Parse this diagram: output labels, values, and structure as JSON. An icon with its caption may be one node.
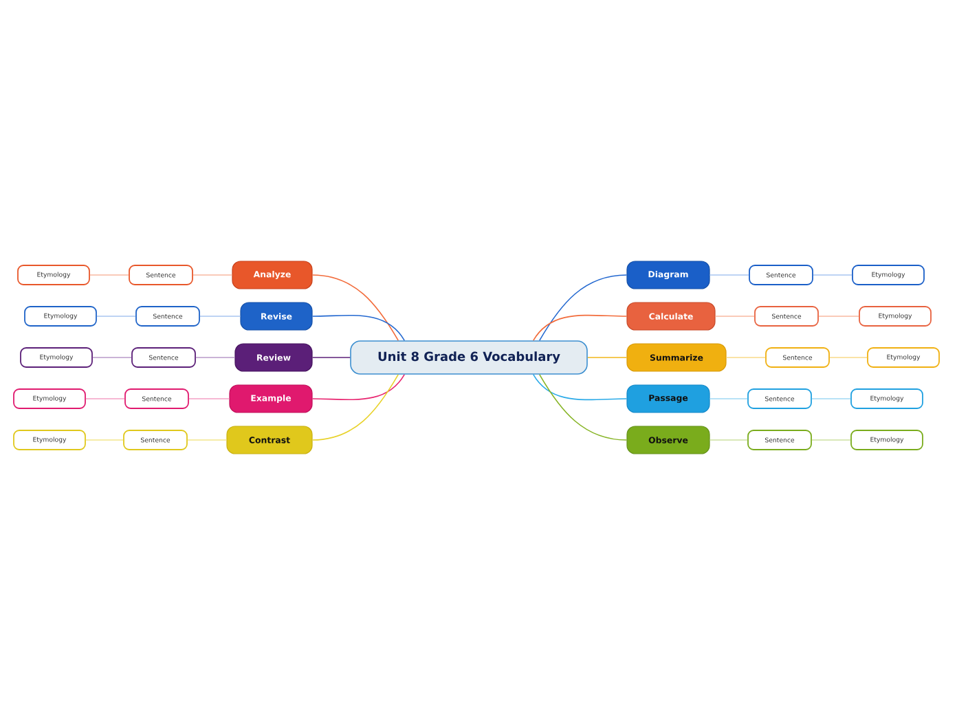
{
  "diagram": {
    "nodes": [
      {
        "text": [
          "Unit 8 Grade 6 Vocabulary"
        ]
      },
      {
        "text": [
          "Analyze"
        ]
      },
      {
        "text": [
          "Sentence"
        ]
      },
      {
        "text": [
          "Etymology"
        ]
      },
      {
        "text": [
          "Revise"
        ]
      },
      {
        "text": [
          "Sentence"
        ]
      },
      {
        "text": [
          "Etymology"
        ]
      },
      {
        "text": [
          "Review"
        ]
      },
      {
        "text": [
          "Sentence"
        ]
      },
      {
        "text": [
          "Etymology"
        ]
      },
      {
        "text": [
          "Example"
        ]
      },
      {
        "text": [
          "Sentence"
        ]
      },
      {
        "text": [
          "Etymology"
        ]
      },
      {
        "text": [
          "Contrast"
        ]
      },
      {
        "text": [
          "Sentence"
        ]
      },
      {
        "text": [
          "Etymology"
        ]
      },
      {
        "text": [
          "Diagram"
        ]
      },
      {
        "text": [
          "Sentence"
        ]
      },
      {
        "text": [
          "Etymology"
        ]
      },
      {
        "text": [
          "Calculate"
        ]
      },
      {
        "text": [
          "Sentence"
        ]
      },
      {
        "text": [
          "Etymology"
        ]
      },
      {
        "text": [
          "Summarize"
        ]
      },
      {
        "text": [
          "Sentence"
        ]
      },
      {
        "text": [
          "Etymology"
        ]
      },
      {
        "text": [
          "Passage"
        ]
      },
      {
        "text": [
          "Sentence"
        ]
      },
      {
        "text": [
          "Etymology"
        ]
      },
      {
        "text": [
          "Observe"
        ]
      },
      {
        "text": [
          "Sentence"
        ]
      },
      {
        "text": [
          "Etymology"
        ]
      }
    ],
    "edges": [
      {
        "from": 0,
        "to": 1,
        "arrow": "none",
        "color": "#f26b3a"
      },
      {
        "from": 1,
        "to": 2,
        "arrow": "none",
        "color": "#f9b9a0"
      },
      {
        "from": 2,
        "to": 3,
        "arrow": "none",
        "color": "#f9b9a0"
      },
      {
        "from": 0,
        "to": 4,
        "arrow": "none",
        "color": "#2368d0"
      },
      {
        "from": 4,
        "to": 5,
        "arrow": "none",
        "color": "#a8c4f0"
      },
      {
        "from": 5,
        "to": 6,
        "arrow": "none",
        "color": "#a8c4f0"
      },
      {
        "from": 0,
        "to": 7,
        "arrow": "none",
        "color": "#5b1f78"
      },
      {
        "from": 7,
        "to": 8,
        "arrow": "none",
        "color": "#b89ac8"
      },
      {
        "from": 8,
        "to": 9,
        "arrow": "none",
        "color": "#b89ac8"
      },
      {
        "from": 0,
        "to": 10,
        "arrow": "none",
        "color": "#e8246f"
      },
      {
        "from": 10,
        "to": 11,
        "arrow": "none",
        "color": "#f5a0c4"
      },
      {
        "from": 11,
        "to": 12,
        "arrow": "none",
        "color": "#f5a0c4"
      },
      {
        "from": 0,
        "to": 13,
        "arrow": "none",
        "color": "#e8d22a"
      },
      {
        "from": 13,
        "to": 14,
        "arrow": "none",
        "color": "#f2e68a"
      },
      {
        "from": 14,
        "to": 15,
        "arrow": "none",
        "color": "#f2e68a"
      },
      {
        "from": 0,
        "to": 16,
        "arrow": "none",
        "color": "#2368d0"
      },
      {
        "from": 16,
        "to": 17,
        "arrow": "none",
        "color": "#a8c4f0"
      },
      {
        "from": 17,
        "to": 18,
        "arrow": "none",
        "color": "#a8c4f0"
      },
      {
        "from": 0,
        "to": 19,
        "arrow": "none",
        "color": "#f26b3a"
      },
      {
        "from": 19,
        "to": 20,
        "arrow": "none",
        "color": "#f9b9a0"
      },
      {
        "from": 20,
        "to": 21,
        "arrow": "none",
        "color": "#f9b9a0"
      },
      {
        "from": 0,
        "to": 22,
        "arrow": "none",
        "color": "#f2b61a"
      },
      {
        "from": 22,
        "to": 23,
        "arrow": "none",
        "color": "#f8da88"
      },
      {
        "from": 23,
        "to": 24,
        "arrow": "none",
        "color": "#f8da88"
      },
      {
        "from": 0,
        "to": 25,
        "arrow": "none",
        "color": "#2aaae8"
      },
      {
        "from": 25,
        "to": 26,
        "arrow": "none",
        "color": "#a0d8f4"
      },
      {
        "from": 26,
        "to": 27,
        "arrow": "none",
        "color": "#a0d8f4"
      },
      {
        "from": 0,
        "to": 28,
        "arrow": "none",
        "color": "#86b424"
      },
      {
        "from": 28,
        "to": 29,
        "arrow": "none",
        "color": "#cce0a0"
      },
      {
        "from": 29,
        "to": 30,
        "arrow": "none",
        "color": "#cce0a0"
      }
    ]
  }
}
